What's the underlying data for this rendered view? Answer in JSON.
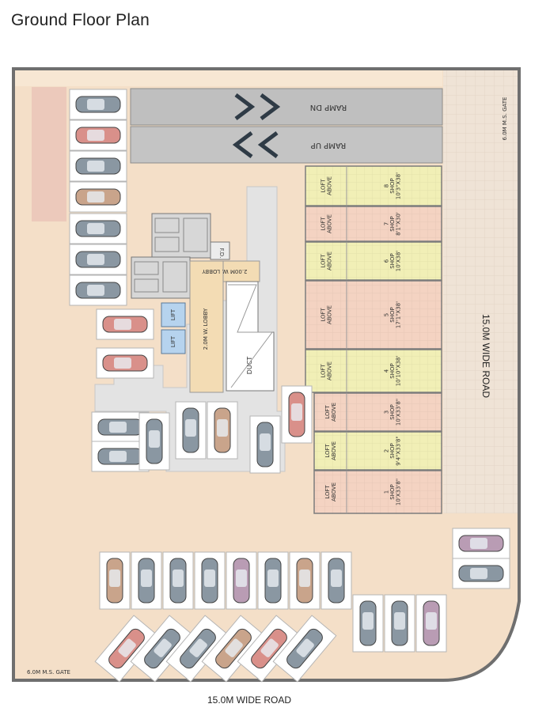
{
  "title": "Ground Floor Plan",
  "roads": {
    "bottom": "15.0M WIDE ROAD",
    "right": "15.0M WIDE ROAD"
  },
  "gates": {
    "top_right": "6.0M M.S. GATE",
    "bottom_left": "6.0M M.S. GATE"
  },
  "ramps": {
    "down": "RAMP DN",
    "up": "RAMP UP"
  },
  "core": {
    "lift": "LIFT",
    "fd": "F.D.",
    "duct": "DUCT",
    "lobby_h": "2.00M W. LOBBY",
    "lobby_v": "2.0M W. LOBBY"
  },
  "shops": [
    {
      "no": "8",
      "size": "10'3\"X38'",
      "loft": "LOFT ABOVE",
      "label": "SHOP",
      "color": "#f1efb6"
    },
    {
      "no": "7",
      "size": "8'1\"X30'",
      "loft": "LOFT ABOVE",
      "label": "SHOP",
      "color": "#f4d3c2"
    },
    {
      "no": "6",
      "size": "10'X38'",
      "loft": "LOFT ABOVE",
      "label": "SHOP",
      "color": "#f1efb6"
    },
    {
      "no": "5",
      "size": "17'1\"X38'",
      "loft": "LOFT ABOVE",
      "label": "SHOP",
      "color": "#f4d3c2"
    },
    {
      "no": "4",
      "size": "10'10\"X38'",
      "loft": "LOFT ABOVE",
      "label": "SHOP",
      "color": "#f1efb6"
    },
    {
      "no": "3",
      "size": "10'X33'8\"",
      "loft": "LOFT ABOVE",
      "label": "SHOP",
      "color": "#f4d3c2"
    },
    {
      "no": "2",
      "size": "9'4\"X33'8\"",
      "loft": "LOFT ABOVE",
      "label": "SHOP",
      "color": "#f1efb6"
    },
    {
      "no": "1",
      "size": "10'X33'8\"",
      "loft": "LOFT ABOVE",
      "label": "SHOP",
      "color": "#f4d3c2"
    }
  ],
  "colors": {
    "ground": "#f4dfc8",
    "pavement": "#eadbc9",
    "wall": "#7d7d7d",
    "driveway": "#dcdcdc",
    "ramp": "#bdbdbd",
    "lobby": "#f3dcb4",
    "lift": "#b6d3ee",
    "car_grey": "#8a97a2",
    "car_red": "#d9908a",
    "car_tan": "#c9a48b",
    "car_mauve": "#b99cb4"
  }
}
